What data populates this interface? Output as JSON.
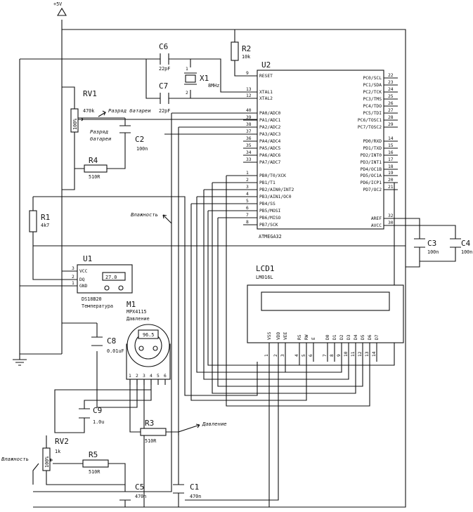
{
  "supply": {
    "label": "+5V"
  },
  "u2": {
    "ref": "U2",
    "part": "ATMEGA32",
    "left_pins": [
      {
        "name": "RESET",
        "num": "9"
      },
      {
        "name": "XTAL1",
        "num": "13"
      },
      {
        "name": "XTAL2",
        "num": "12"
      },
      {
        "name": "PA0/ADC0",
        "num": "40"
      },
      {
        "name": "PA1/ADC1",
        "num": "39"
      },
      {
        "name": "PA2/ADC2",
        "num": "38"
      },
      {
        "name": "PA3/ADC3",
        "num": "37"
      },
      {
        "name": "PA4/ADC4",
        "num": "36"
      },
      {
        "name": "PA5/ADC5",
        "num": "35"
      },
      {
        "name": "PA6/ADC6",
        "num": "34"
      },
      {
        "name": "PA7/ADC7",
        "num": "33"
      },
      {
        "name": "PB0/T0/XCK",
        "num": "1"
      },
      {
        "name": "PB1/T1",
        "num": "2"
      },
      {
        "name": "PB2/AIN0/INT2",
        "num": "3"
      },
      {
        "name": "PB3/AIN1/OC0",
        "num": "4"
      },
      {
        "name": "PB4/SS",
        "num": "5"
      },
      {
        "name": "PB5/MOSI",
        "num": "6"
      },
      {
        "name": "PB6/MISO",
        "num": "7"
      },
      {
        "name": "PB7/SCK",
        "num": "8"
      }
    ],
    "right_pins": [
      {
        "name": "PC0/SCL",
        "num": "22"
      },
      {
        "name": "PC1/SDA",
        "num": "23"
      },
      {
        "name": "PC2/TCK",
        "num": "24"
      },
      {
        "name": "PC3/TMS",
        "num": "25"
      },
      {
        "name": "PC4/TDO",
        "num": "26"
      },
      {
        "name": "PC5/TDI",
        "num": "27"
      },
      {
        "name": "PC6/TOSC1",
        "num": "28"
      },
      {
        "name": "PC7/TOSC2",
        "num": "29"
      },
      {
        "name": "PD0/RXD",
        "num": "14"
      },
      {
        "name": "PD1/TXD",
        "num": "15"
      },
      {
        "name": "PD2/INT0",
        "num": "16"
      },
      {
        "name": "PD3/INT1",
        "num": "17"
      },
      {
        "name": "PD4/OC1B",
        "num": "18"
      },
      {
        "name": "PD5/OC1A",
        "num": "19"
      },
      {
        "name": "PD6/ICP1",
        "num": "20"
      },
      {
        "name": "PD7/OC2",
        "num": "21"
      },
      {
        "name": "AREF",
        "num": "32"
      },
      {
        "name": "AVCC",
        "num": "30"
      }
    ]
  },
  "c6": {
    "ref": "C6",
    "value": "22pF"
  },
  "c7": {
    "ref": "C7",
    "value": "22pF"
  },
  "x1": {
    "ref": "X1",
    "value": "8MHz",
    "pin1": "1",
    "pin2": "2"
  },
  "r2": {
    "ref": "R2",
    "value": "10k"
  },
  "rv1": {
    "ref": "RV1",
    "value": "470k",
    "pct": "100%",
    "label": "Разряд батареи",
    "label_line1": "Разряд",
    "label_line2": "батареи"
  },
  "c2": {
    "ref": "C2",
    "value": "100n"
  },
  "r4": {
    "ref": "R4",
    "value": "510R"
  },
  "r1": {
    "ref": "R1",
    "value": "4k7"
  },
  "humidity_label": "Влажность",
  "u1": {
    "ref": "U1",
    "part": "DS18B20",
    "caption": "Температура",
    "reading": "27.0",
    "pins": [
      {
        "name": "VCC",
        "num": "3"
      },
      {
        "name": "DQ",
        "num": "2"
      },
      {
        "name": "GND",
        "num": "1"
      }
    ]
  },
  "c3": {
    "ref": "C3",
    "value": "100n"
  },
  "c4": {
    "ref": "C4",
    "value": "100n"
  },
  "lcd1": {
    "ref": "LCD1",
    "part": "LM016L",
    "pins": [
      {
        "name": "VSS",
        "num": "1"
      },
      {
        "name": "VDD",
        "num": "2"
      },
      {
        "name": "VEE",
        "num": "3"
      },
      {
        "name": "RS",
        "num": "4"
      },
      {
        "name": "RW",
        "num": "5"
      },
      {
        "name": "E",
        "num": "6"
      },
      {
        "name": "D0",
        "num": "7"
      },
      {
        "name": "D1",
        "num": "8"
      },
      {
        "name": "D2",
        "num": "9"
      },
      {
        "name": "D3",
        "num": "10"
      },
      {
        "name": "D4",
        "num": "11"
      },
      {
        "name": "D5",
        "num": "12"
      },
      {
        "name": "D6",
        "num": "13"
      },
      {
        "name": "D7",
        "num": "14"
      }
    ]
  },
  "m1": {
    "ref": "M1",
    "part": "MPX4115",
    "caption": "Давление",
    "reading": "96.5",
    "pins": [
      "1",
      "2",
      "3",
      "4",
      "5",
      "6"
    ]
  },
  "c8": {
    "ref": "C8",
    "value": "0.01uF"
  },
  "c9": {
    "ref": "C9",
    "value": "1.0u"
  },
  "r3": {
    "ref": "R3",
    "value": "510R"
  },
  "pressure_label": "Давление",
  "rv2": {
    "ref": "RV2",
    "value": "1k",
    "pct": "100%",
    "label": "Влажность"
  },
  "r5": {
    "ref": "R5",
    "value": "510R"
  },
  "c5": {
    "ref": "C5",
    "value": "470n"
  },
  "c1": {
    "ref": "C1",
    "value": "470n"
  }
}
